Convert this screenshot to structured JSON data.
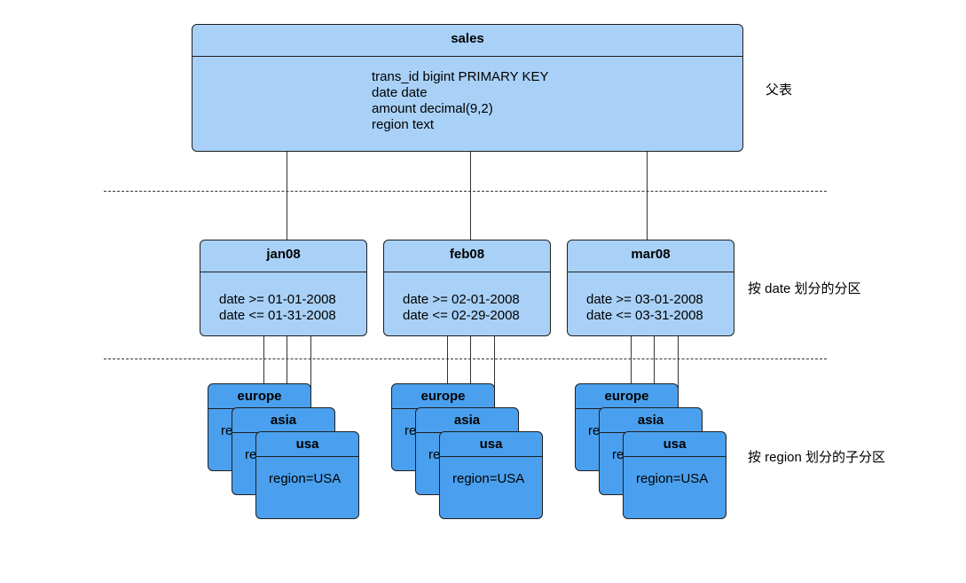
{
  "parent": {
    "name": "sales",
    "columns": [
      "trans_id bigint PRIMARY KEY",
      "date date",
      "amount decimal(9,2)",
      "region text"
    ]
  },
  "labels": {
    "parent_table": "父表",
    "date_partitions": "按 date 划分的分区",
    "region_partitions": "按 region 划分的子分区"
  },
  "partitions": [
    {
      "name": "jan08",
      "constraints": [
        "date >= 01-01-2008",
        "date <= 01-31-2008"
      ],
      "subs": [
        {
          "name": "europe",
          "constraint": "region=EUROPE"
        },
        {
          "name": "asia",
          "constraint": "region=ASIA"
        },
        {
          "name": "usa",
          "constraint": "region=USA"
        }
      ]
    },
    {
      "name": "feb08",
      "constraints": [
        "date >= 02-01-2008",
        "date <= 02-29-2008"
      ],
      "subs": [
        {
          "name": "europe",
          "constraint": "region=EUROPE"
        },
        {
          "name": "asia",
          "constraint": "region=ASIA"
        },
        {
          "name": "usa",
          "constraint": "region=USA"
        }
      ]
    },
    {
      "name": "mar08",
      "constraints": [
        "date >= 03-01-2008",
        "date <= 03-31-2008"
      ],
      "subs": [
        {
          "name": "europe",
          "constraint": "region=EUROPE"
        },
        {
          "name": "asia",
          "constraint": "region=ASIA"
        },
        {
          "name": "usa",
          "constraint": "region=USA"
        }
      ]
    }
  ],
  "colors": {
    "table_fill": "#a9d1f7",
    "subpartition_fill": "#4aa0ee",
    "stroke": "#1f1f1f"
  }
}
